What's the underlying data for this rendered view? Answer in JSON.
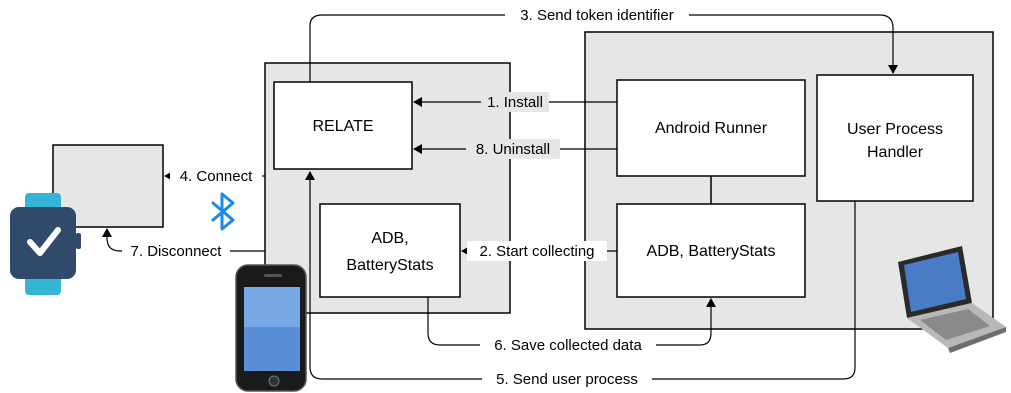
{
  "boxes": {
    "relate": "RELATE",
    "adb_phone_line1": "ADB,",
    "adb_phone_line2": "BatteryStats",
    "android_runner": "Android Runner",
    "user_process_line1": "User Process",
    "user_process_line2": "Handler",
    "adb_laptop": "ADB, BatteryStats"
  },
  "arrows": {
    "install": "1. Install",
    "start_collecting": "2. Start collecting",
    "send_token": "3. Send token identifier",
    "connect": "4. Connect",
    "send_user_process": "5. Send user process",
    "save_data": "6. Save collected data",
    "disconnect": "7. Disconnect",
    "uninstall": "8. Uninstall"
  },
  "icons": {
    "smartwatch": "smartwatch-icon",
    "bluetooth": "bluetooth-icon",
    "phone": "smartphone-icon",
    "laptop": "laptop-icon"
  },
  "colors": {
    "container_fill": "#e6e6e6",
    "watch_body": "#2f4a6b",
    "watch_strap": "#33b5d6",
    "bluetooth": "#1e88e5"
  }
}
